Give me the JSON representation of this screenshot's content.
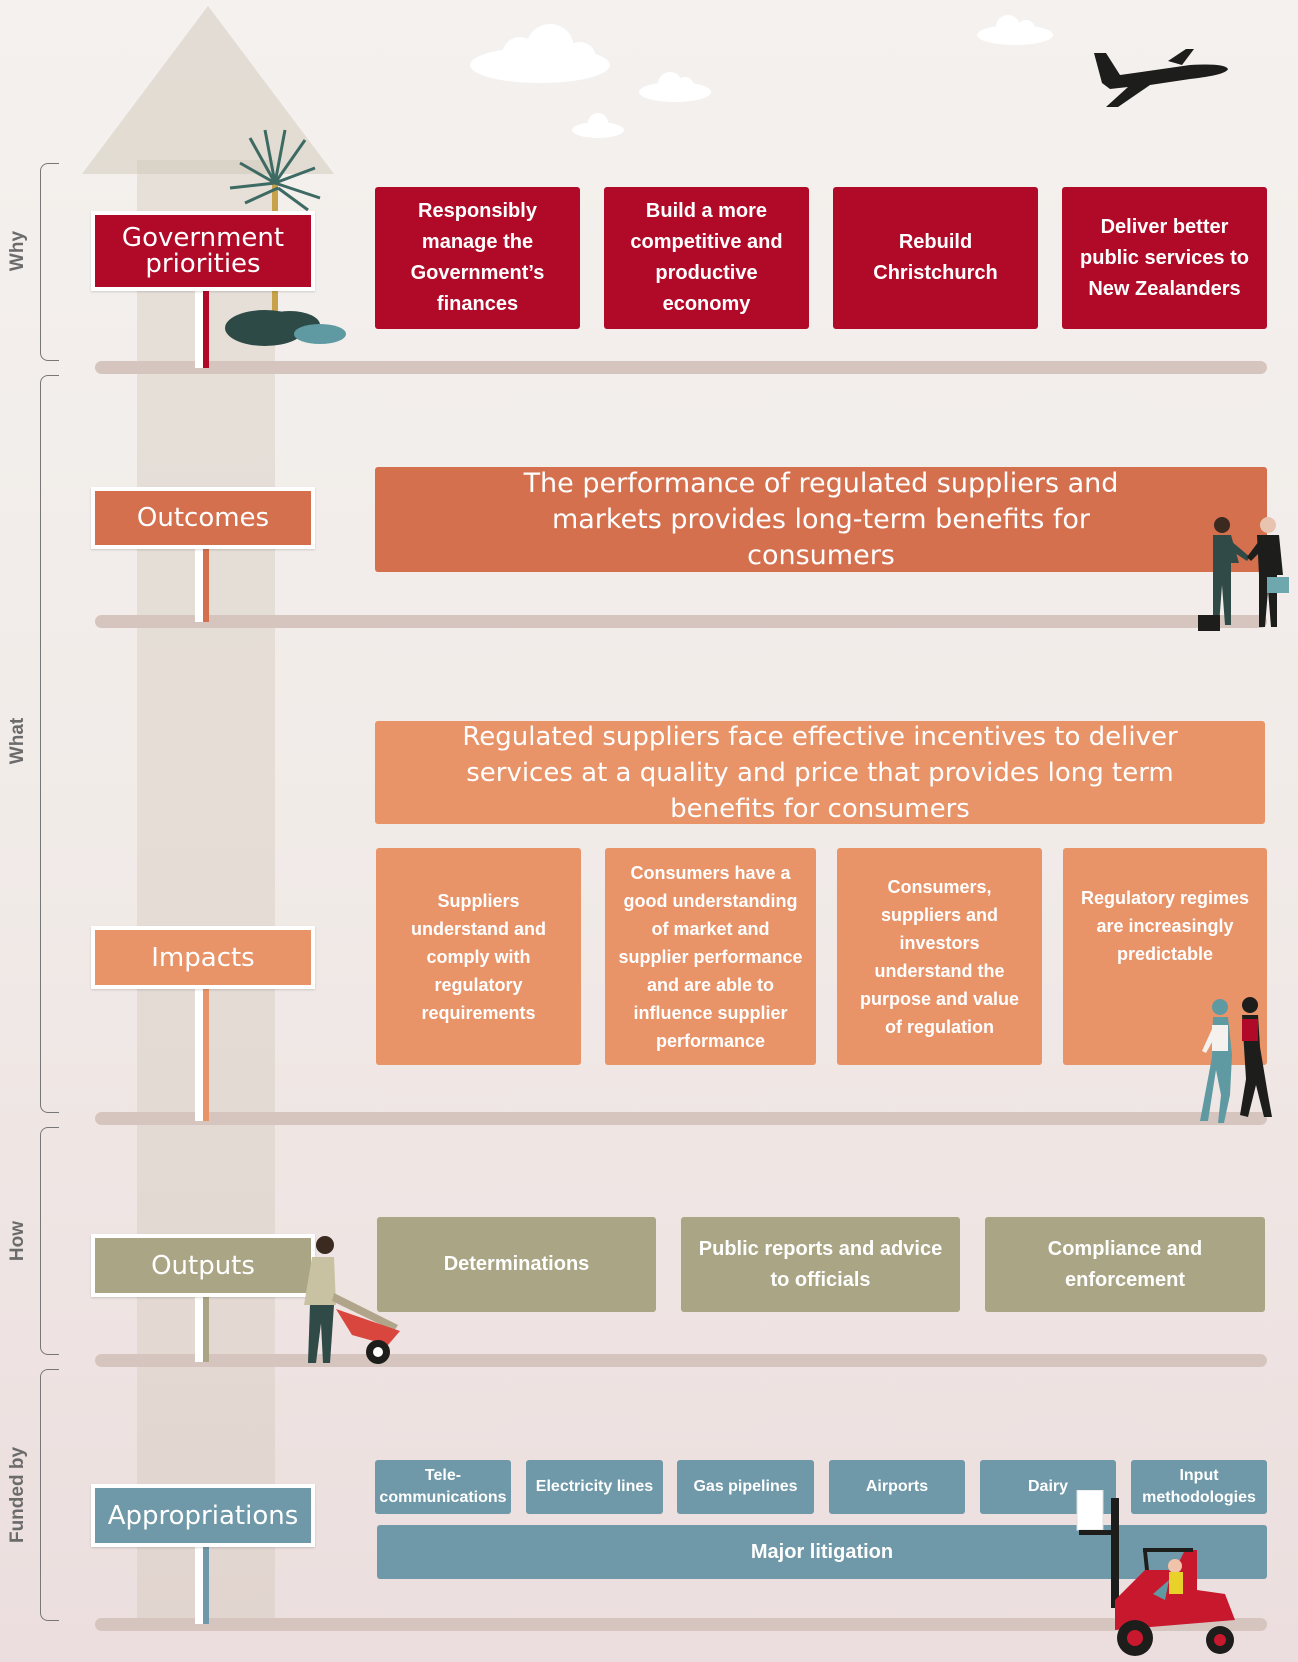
{
  "sections": {
    "why": "Why",
    "what": "What",
    "how": "How",
    "funded_by": "Funded by"
  },
  "signs": {
    "government_priorities": "Government priorities",
    "outcomes": "Outcomes",
    "impacts": "Impacts",
    "outputs": "Outputs",
    "appropriations": "Appropriations"
  },
  "priorities": [
    "Responsibly manage the Government’s finances",
    "Build a more competitive and productive economy",
    "Rebuild Christchurch",
    "Deliver better public services to New Zealanders"
  ],
  "outcome": "The performance of regulated suppliers and markets provides long-term benefits for consumers",
  "impact_main": "Regulated suppliers face effective incentives to deliver services at a quality and price that provides long term benefits for consumers",
  "impacts": [
    "Suppliers understand and comply with regulatory requirements",
    "Consumers have a good understanding of market and supplier performance and are able to influence supplier performance",
    "Consumers, suppliers and investors understand the purpose and value of regulation",
    "Regulatory regimes are increasingly predictable"
  ],
  "outputs": [
    "Determinations",
    "Public reports and advice to officials",
    "Compliance and enforcement"
  ],
  "appropriations": [
    "Tele-communications",
    "Electricity lines",
    "Gas pipelines",
    "Airports",
    "Dairy",
    "Input methodologies"
  ],
  "major_litigation": "Major litigation",
  "colors": {
    "priorities": "#b00a28",
    "outcomes": "#d4704e",
    "impacts": "#e89368",
    "outputs": "#aaa584",
    "appropriations": "#6f98a8"
  }
}
